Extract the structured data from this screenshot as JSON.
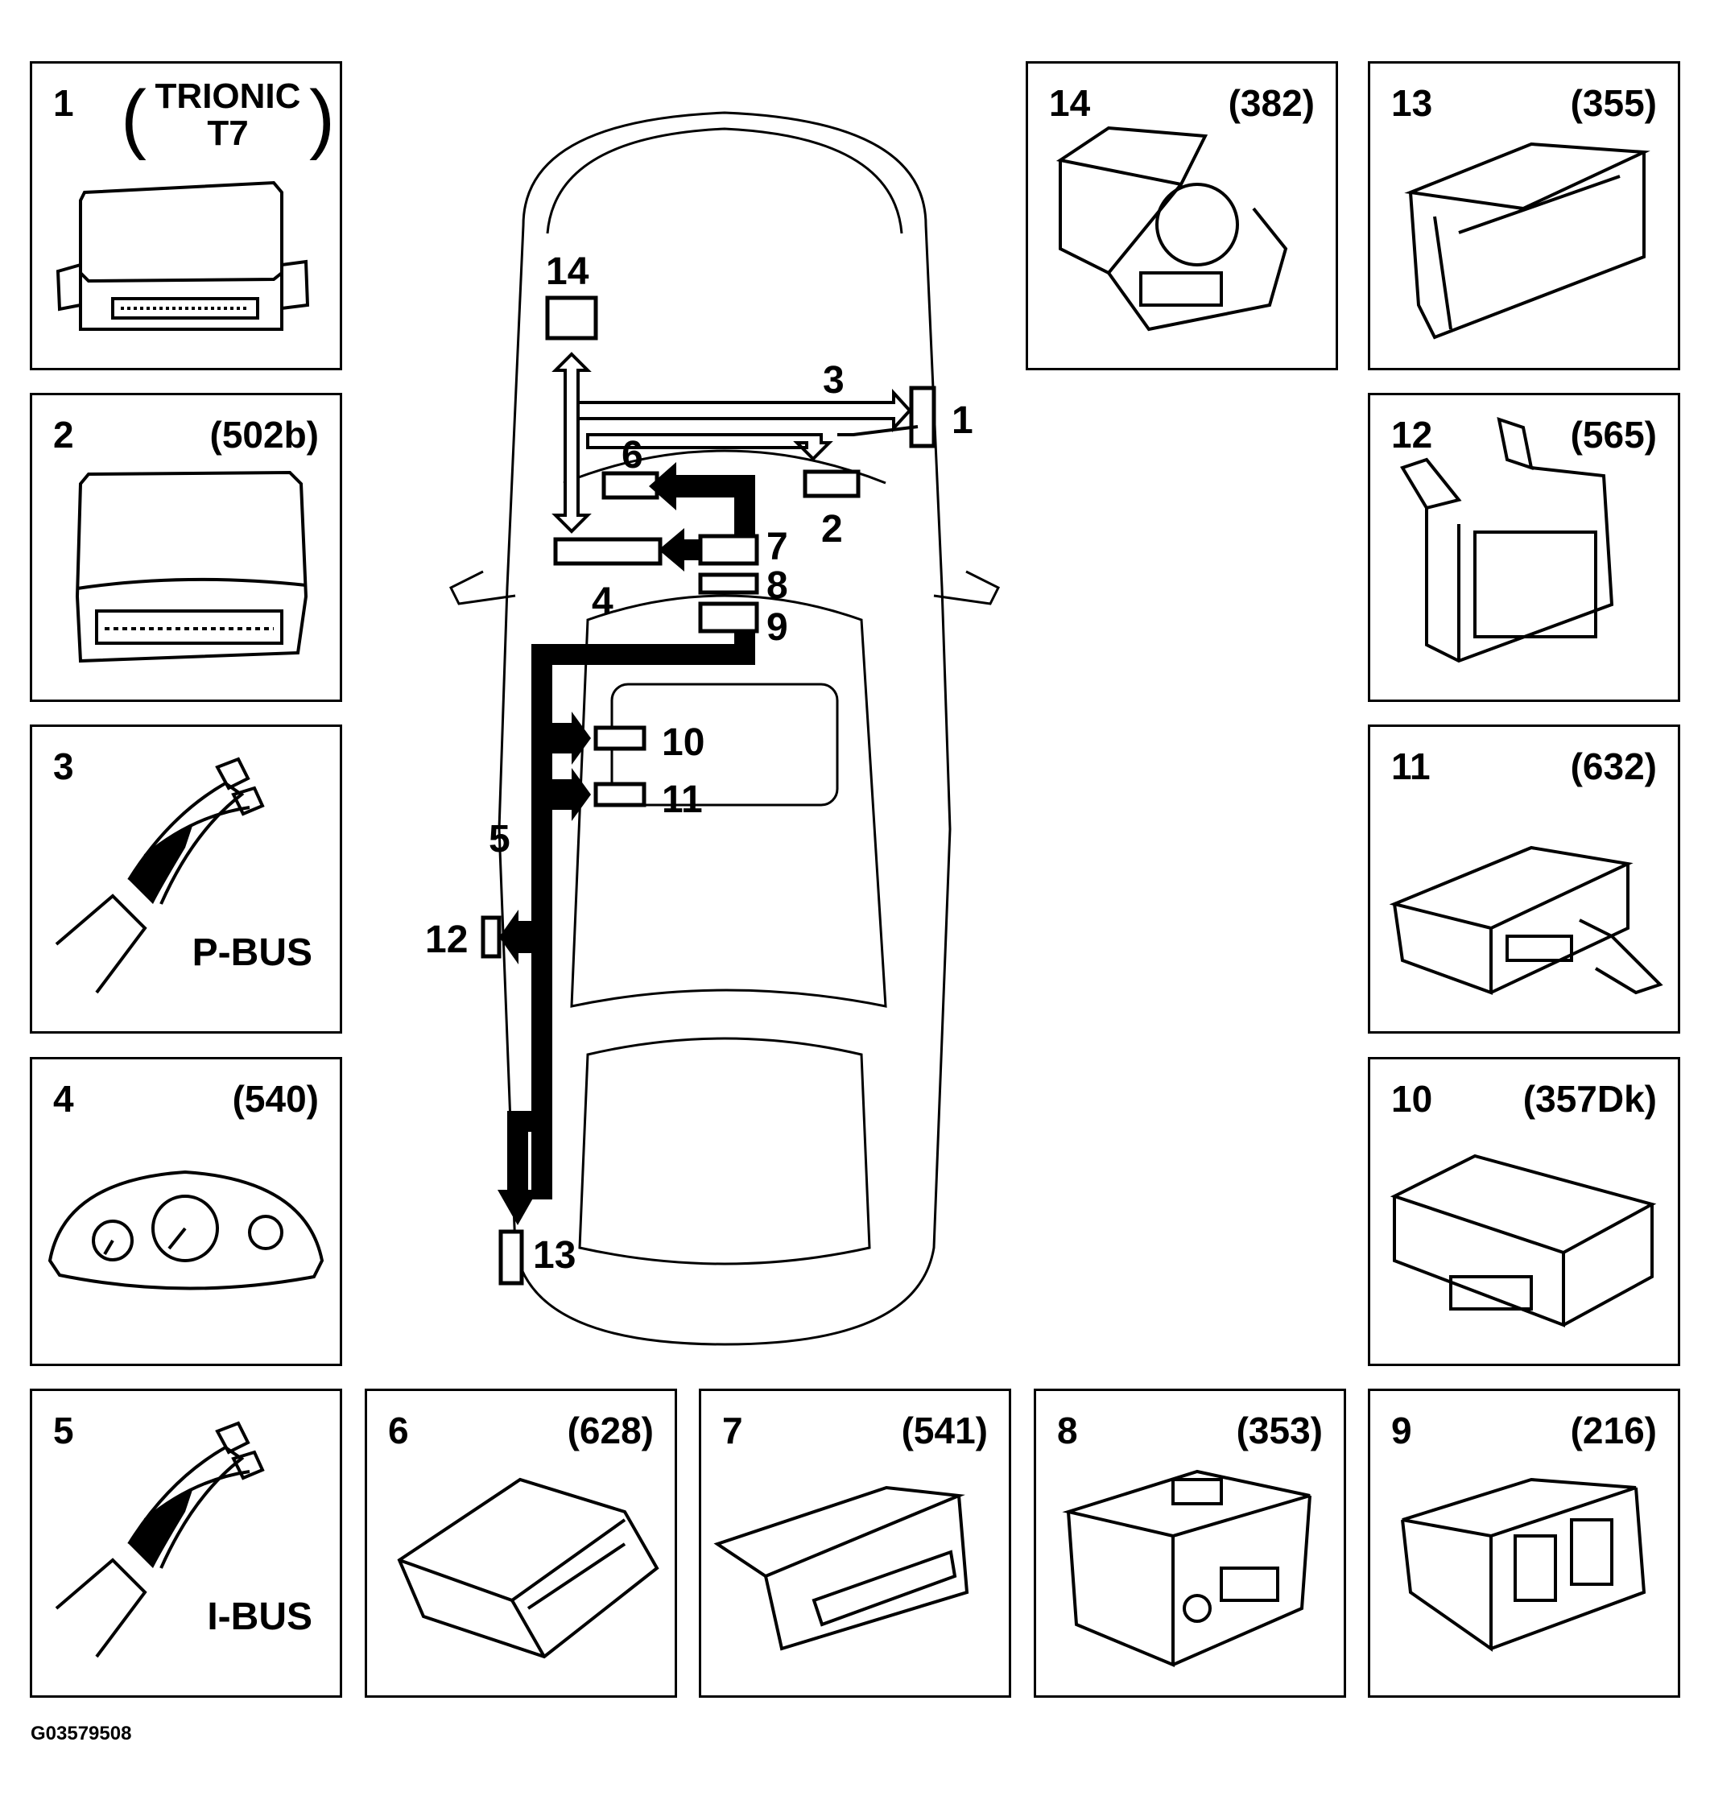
{
  "panels": [
    {
      "num": "1",
      "code": "",
      "trionic_line1": "TRIONIC",
      "trionic_line2": "T7",
      "icon": "ecm-module-icon"
    },
    {
      "num": "2",
      "code": "(502b)",
      "icon": "control-module-icon"
    },
    {
      "num": "3",
      "code": "",
      "bus": "P-BUS",
      "icon": "bus-cable-icon"
    },
    {
      "num": "4",
      "code": "(540)",
      "icon": "instrument-cluster-icon"
    },
    {
      "num": "5",
      "code": "",
      "bus": "I-BUS",
      "icon": "bus-cable-icon"
    },
    {
      "num": "6",
      "code": "(628)",
      "icon": "cd-changer-icon"
    },
    {
      "num": "7",
      "code": "(541)",
      "icon": "display-unit-icon"
    },
    {
      "num": "8",
      "code": "(353)",
      "icon": "radio-icon"
    },
    {
      "num": "9",
      "code": "(216)",
      "icon": "climate-control-icon"
    },
    {
      "num": "10",
      "code": "(357Dk)",
      "icon": "control-module-icon"
    },
    {
      "num": "11",
      "code": "(632)",
      "icon": "control-module-icon"
    },
    {
      "num": "12",
      "code": "(565)",
      "icon": "bracket-module-icon"
    },
    {
      "num": "13",
      "code": "(355)",
      "icon": "amplifier-icon"
    },
    {
      "num": "14",
      "code": "(382)",
      "icon": "abs-module-icon"
    }
  ],
  "car_labels": [
    "14",
    "3",
    "1",
    "6",
    "2",
    "7",
    "4",
    "8",
    "9",
    "10",
    "11",
    "5",
    "12",
    "13"
  ],
  "footer": "G03579508"
}
